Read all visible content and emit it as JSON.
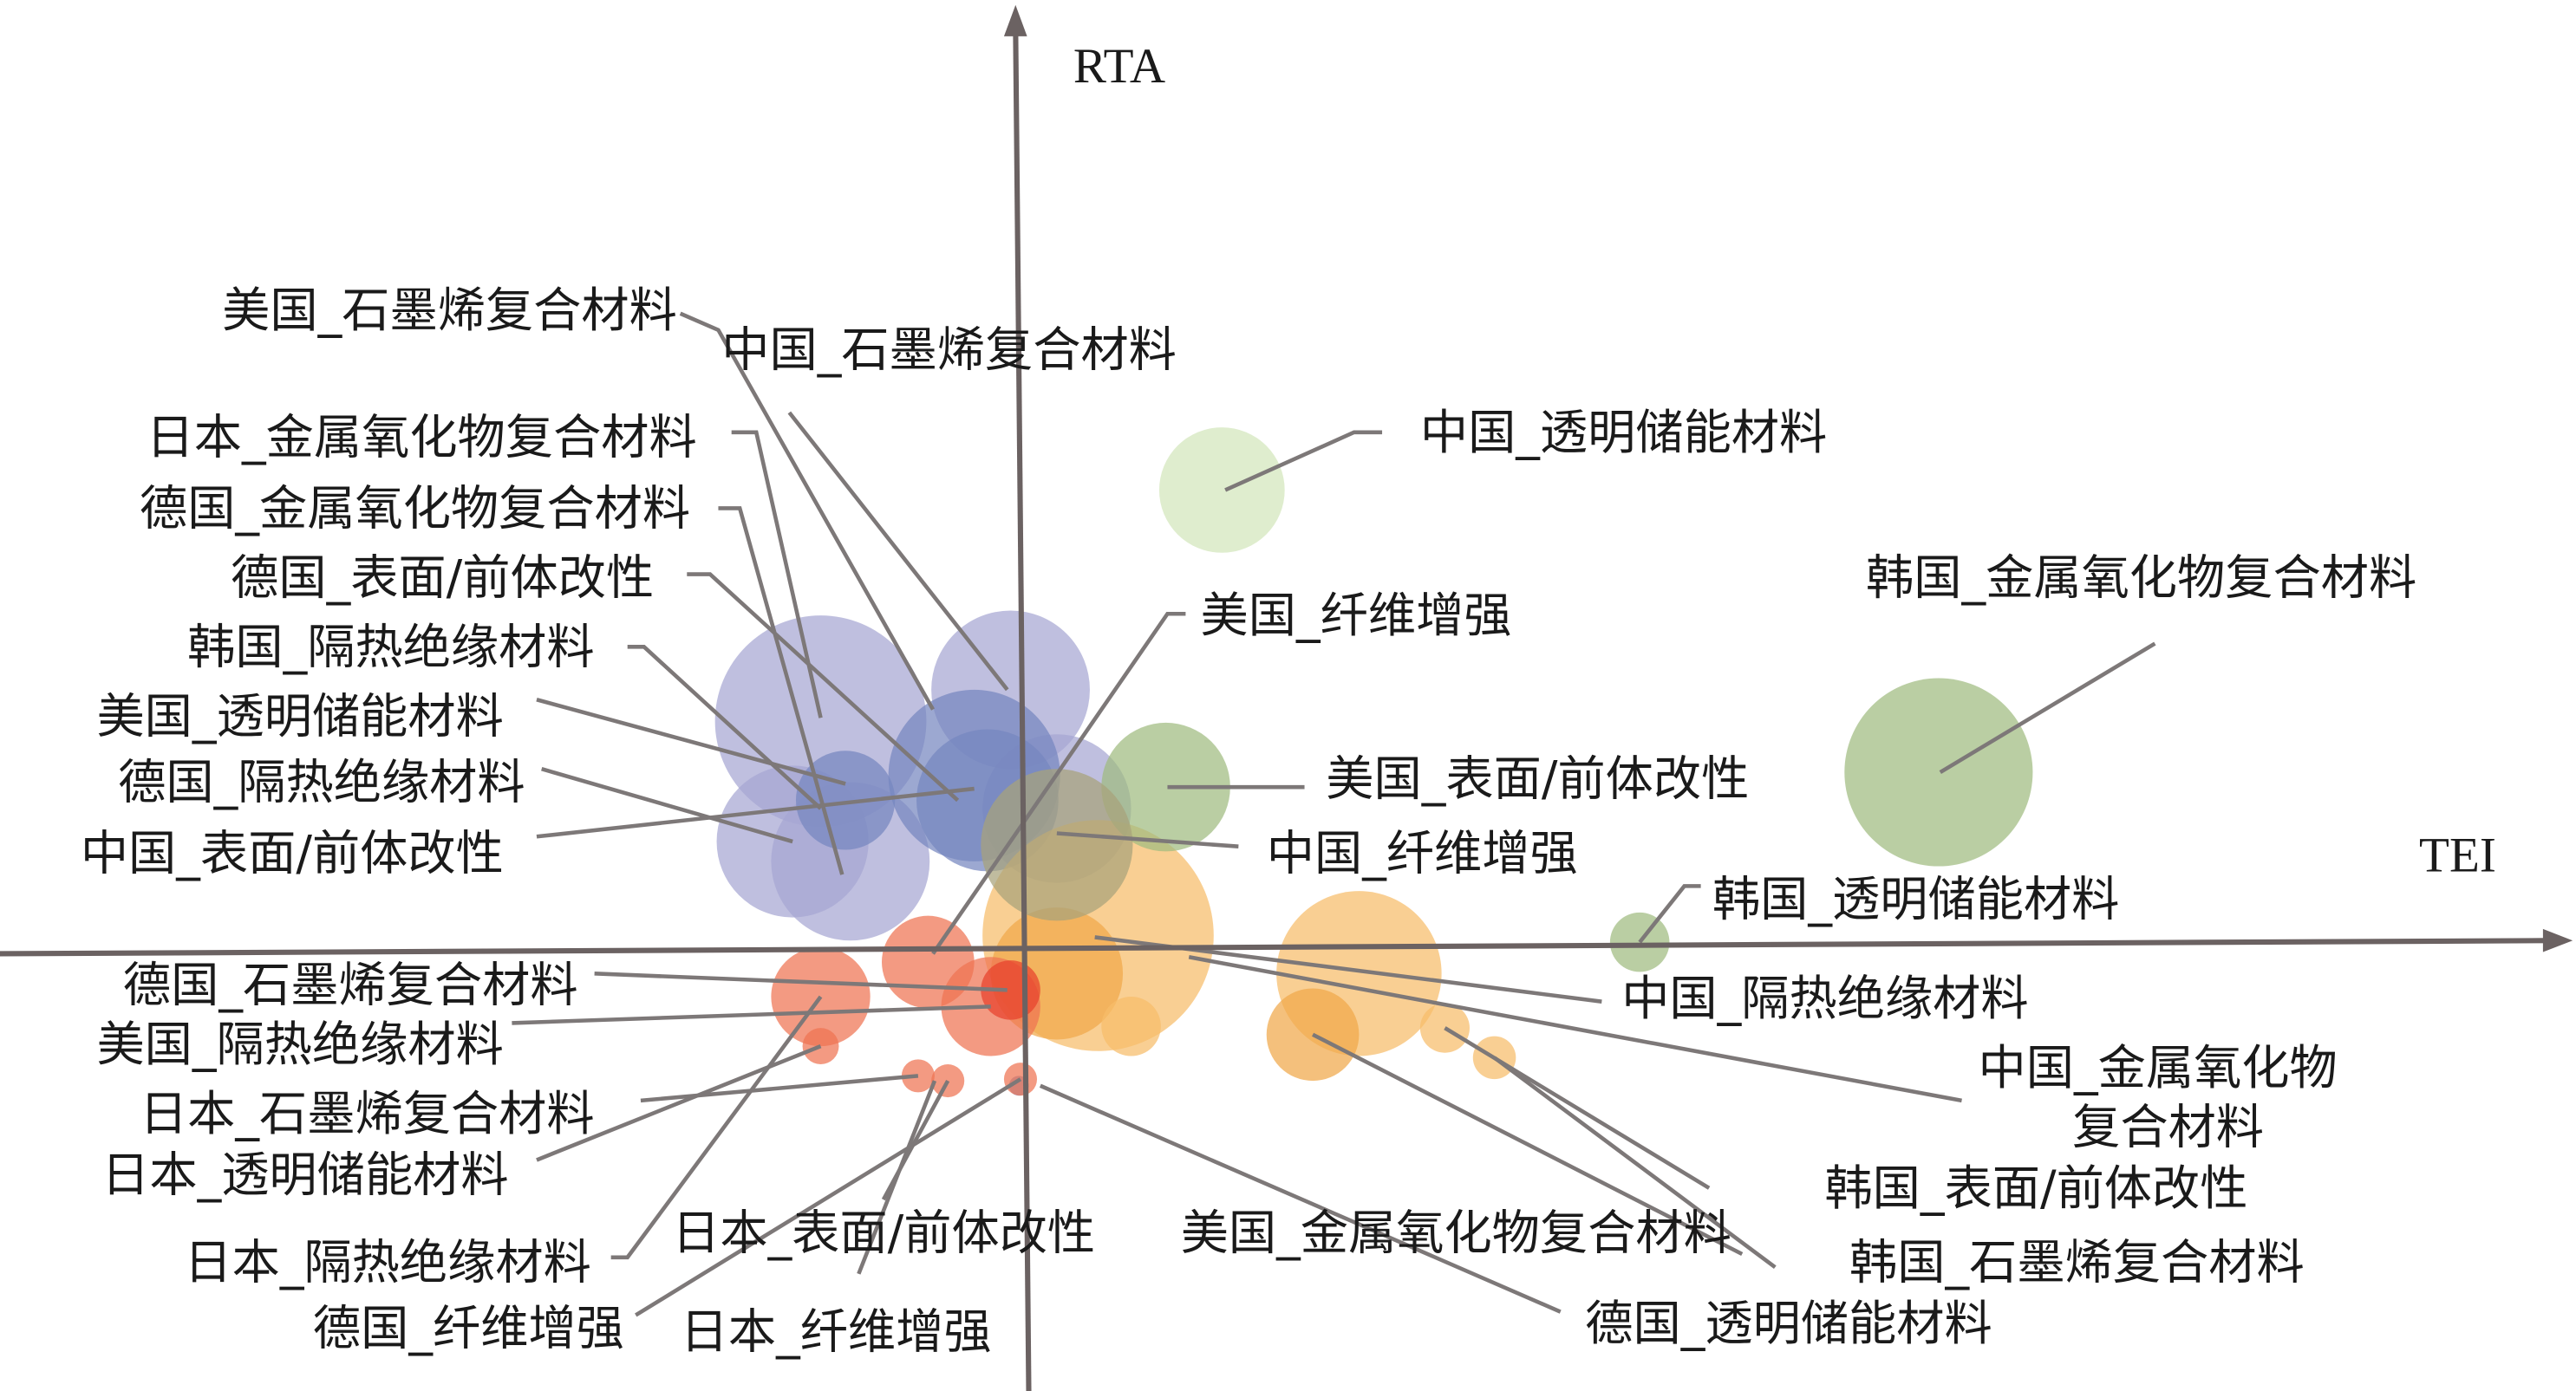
{
  "chart_data": {
    "type": "bubble",
    "title": "",
    "xlabel": "TEI",
    "ylabel": "RTA",
    "grid": false,
    "legend": "none",
    "colors": {
      "purple": "#a6a6d2",
      "blue": "#7686bf",
      "orange": "#f6bd69",
      "deep_orange": "#f0a84a",
      "red": "#ee7352",
      "deep_red": "#e8412c",
      "light_green": "#d3e6bb",
      "green": "#9fbb80",
      "olive": "#a8a27a",
      "axis": "#6b6262",
      "leader": "#7d7878"
    },
    "points": [
      {
        "x": -1.2,
        "y": 1.39,
        "size": 64,
        "color": "purple"
      },
      {
        "x": -0.05,
        "y": 1.58,
        "size": 48,
        "color": "purple"
      },
      {
        "x": 0.23,
        "y": 0.86,
        "size": 45,
        "color": "purple"
      },
      {
        "x": -1.37,
        "y": 0.66,
        "size": 46,
        "color": "purple"
      },
      {
        "x": -1.02,
        "y": 0.54,
        "size": 48,
        "color": "purple"
      },
      {
        "x": -0.27,
        "y": 1.06,
        "size": 52,
        "color": "blue"
      },
      {
        "x": -0.19,
        "y": 0.91,
        "size": 43,
        "color": "blue"
      },
      {
        "x": -1.05,
        "y": 0.91,
        "size": 30,
        "color": "blue"
      },
      {
        "x": 0.0,
        "y": -0.82,
        "size": 6,
        "color": "blue"
      },
      {
        "x": 0.48,
        "y": 0.09,
        "size": 70,
        "color": "orange"
      },
      {
        "x": 0.23,
        "y": -0.14,
        "size": 40,
        "color": "deep_orange"
      },
      {
        "x": 0.68,
        "y": -0.46,
        "size": 18,
        "color": "orange"
      },
      {
        "x": 2.06,
        "y": -0.14,
        "size": 50,
        "color": "orange"
      },
      {
        "x": 1.78,
        "y": -0.51,
        "size": 28,
        "color": "deep_orange"
      },
      {
        "x": 2.58,
        "y": -0.47,
        "size": 15,
        "color": "orange"
      },
      {
        "x": 2.88,
        "y": -0.65,
        "size": 13,
        "color": "orange"
      },
      {
        "x": -1.2,
        "y": -0.28,
        "size": 30,
        "color": "red"
      },
      {
        "x": -0.55,
        "y": -0.07,
        "size": 28,
        "color": "red"
      },
      {
        "x": -0.17,
        "y": -0.34,
        "size": 30,
        "color": "red"
      },
      {
        "x": -0.05,
        "y": -0.24,
        "size": 18,
        "color": "deep_red"
      },
      {
        "x": -1.2,
        "y": -0.58,
        "size": 11,
        "color": "red"
      },
      {
        "x": -0.61,
        "y": -0.76,
        "size": 10,
        "color": "red"
      },
      {
        "x": -0.43,
        "y": -0.79,
        "size": 10,
        "color": "red"
      },
      {
        "x": 0.01,
        "y": -0.78,
        "size": 10,
        "color": "red"
      },
      {
        "x": 1.23,
        "y": 2.79,
        "size": 38,
        "color": "light_green"
      },
      {
        "x": 0.89,
        "y": 0.99,
        "size": 39,
        "color": "green"
      },
      {
        "x": 0.23,
        "y": 0.64,
        "size": 46,
        "color": "olive"
      },
      {
        "x": 5.57,
        "y": 1.08,
        "size": 57,
        "color": "green"
      },
      {
        "x": 3.76,
        "y": 0.05,
        "size": 18,
        "color": "green"
      }
    ],
    "labels": [
      "美国_石墨烯复合材料",
      "中国_石墨烯复合材料",
      "日本_金属氧化物复合材料",
      "德国_金属氧化物复合材料",
      "德国_表面/前体改性",
      "韩国_隔热绝缘材料",
      "美国_透明储能材料",
      "德国_隔热绝缘材料",
      "中国_表面/前体改性",
      "中国_透明储能材料",
      "韩国_金属氧化物复合材料",
      "美国_纤维增强",
      "美国_表面/前体改性",
      "中国_纤维增强",
      "韩国_透明储能材料",
      "中国_隔热绝缘材料",
      "中国_金属氧化物",
      "复合材料",
      "韩国_表面/前体改性",
      "韩国_石墨烯复合材料",
      "美国_金属氧化物复合材料",
      "德国_透明储能材料",
      "德国_石墨烯复合材料",
      "美国_隔热绝缘材料",
      "日本_石墨烯复合材料",
      "日本_透明储能材料",
      "日本_隔热绝缘材料",
      "日本_表面/前体改性",
      "德国_纤维增强",
      "日本_纤维增强"
    ]
  }
}
